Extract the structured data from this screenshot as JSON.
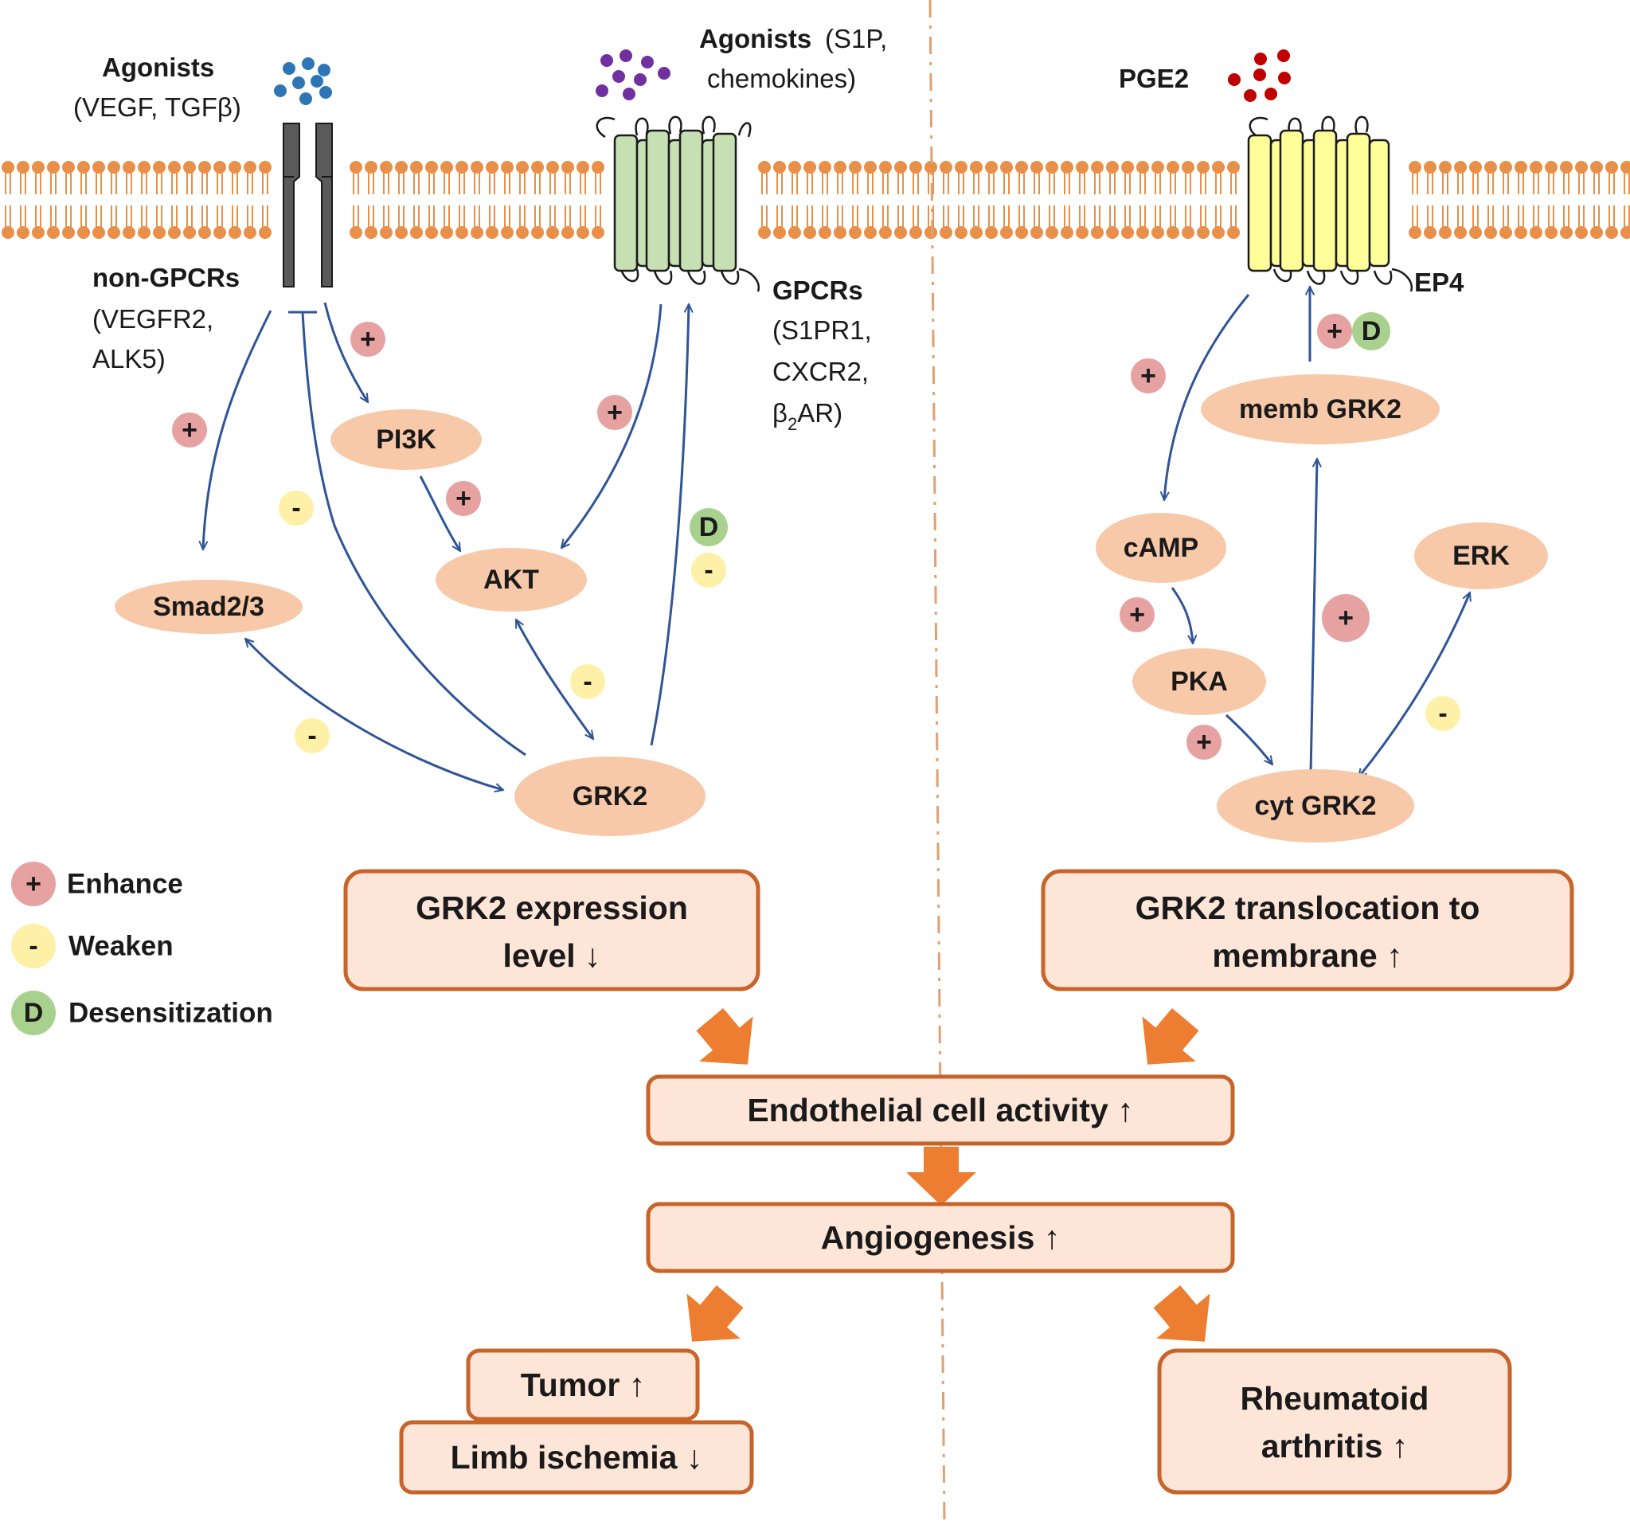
{
  "colors": {
    "node_fill": "#f7c9a9",
    "box_fill": "#fde5d8",
    "box_stroke": "#c8642a",
    "block_arrow": "#ed7d31",
    "pathway_arrow": "#2f5597",
    "membrane": "#e8904a",
    "enhance": "#e6a1a1",
    "weaken": "#fff0a8",
    "desensitization": "#a9d18e",
    "nongpcr": "#5a5a5a",
    "gpcr": "#c6e0b4",
    "ep4": "#ffff99",
    "divider": "#e0a070"
  },
  "left": {
    "agonists_title": "Agonists",
    "agonists_detail": "(VEGF, TGFβ)",
    "agonists2_title": "Agonists",
    "agonists2_detail_1": "(S1P,",
    "agonists2_detail_2": "chemokines)",
    "nongpcr_title": "non-GPCRs",
    "nongpcr_detail_1": "(VEGFR2,",
    "nongpcr_detail_2": "ALK5)",
    "gpcr_title": "GPCRs",
    "gpcr_detail_1": "(S1PR1,",
    "gpcr_detail_2": "CXCR2,",
    "gpcr_detail_3_base": "β",
    "gpcr_detail_3_sub": "2",
    "gpcr_detail_3_rest": "AR)",
    "pi3k": "PI3K",
    "akt": "AKT",
    "smad": "Smad2/3",
    "grk2": "GRK2",
    "expression_line1": "GRK2 expression",
    "expression_line2": "level ↓"
  },
  "right": {
    "pge2": "PGE2",
    "ep4": "EP4",
    "memb_grk2": "memb GRK2",
    "camp": "cAMP",
    "erk": "ERK",
    "pka": "PKA",
    "cyt_grk2": "cyt GRK2",
    "translocation_line1": "GRK2  translocation to",
    "translocation_line2": "membrane  ↑"
  },
  "center": {
    "endothelial": "Endothelial cell activity  ↑",
    "angiogenesis": "Angiogenesis ↑",
    "tumor": "Tumor ↑",
    "limb": "Limb ischemia ↓",
    "ra_line1": "Rheumatoid",
    "ra_line2": "arthritis ↑"
  },
  "badges": {
    "plus": "+",
    "minus": "-",
    "d": "D"
  },
  "legend": {
    "enhance": "Enhance",
    "weaken": "Weaken",
    "desensitization": "Desensitization"
  }
}
